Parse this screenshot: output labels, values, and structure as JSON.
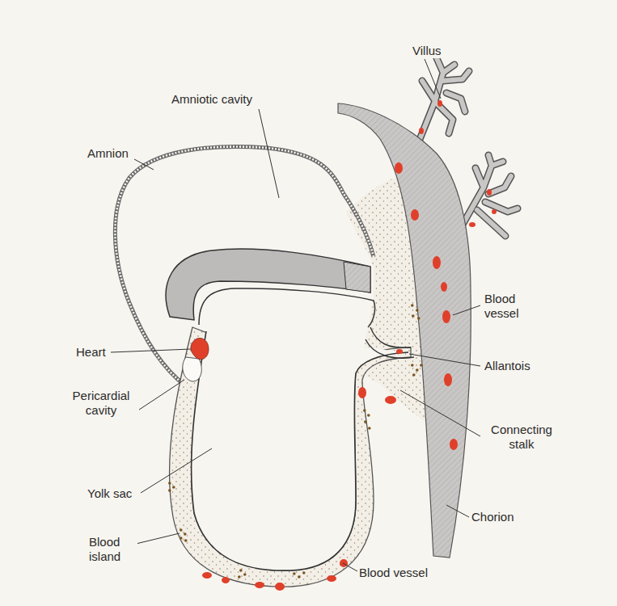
{
  "diagram": {
    "labels": [
      "Villus",
      "Amniotic cavity",
      "Amnion",
      "Blood vessel",
      "Heart",
      "Allantois",
      "Pericardial cavity",
      "Connecting stalk",
      "Yolk sac",
      "Chorion",
      "Blood island",
      "Blood vessel"
    ]
  }
}
